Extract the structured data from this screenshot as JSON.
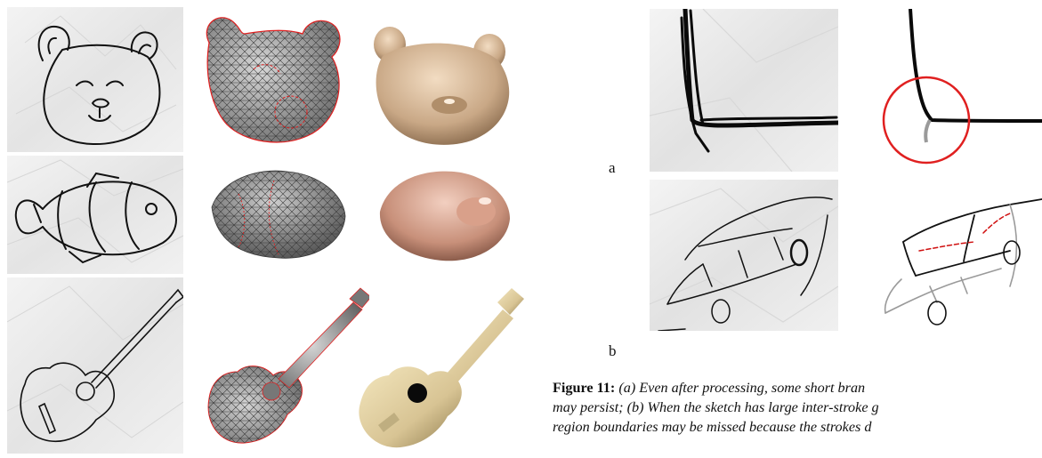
{
  "figure_left": {
    "rows": [
      {
        "subject": "bear",
        "panels": [
          "sketch",
          "mesh",
          "shaded-model"
        ]
      },
      {
        "subject": "fish",
        "panels": [
          "sketch",
          "mesh",
          "shaded-model"
        ]
      },
      {
        "subject": "guitar",
        "panels": [
          "sketch",
          "mesh",
          "shaded-model"
        ]
      }
    ],
    "colors": {
      "paper": "#eeeeee",
      "stroke": "#111111",
      "mesh_fill": "#9a9a9a",
      "mesh_line": "#3a3a3a",
      "mesh_highlight": "#e02020",
      "bear_model": "#c9a886",
      "fish_model": "#c8907a",
      "guitar_model": "#d8c494"
    }
  },
  "figure_right": {
    "row_labels": [
      "a",
      "b"
    ],
    "colors": {
      "circle": "#e02020",
      "gray_stroke": "#9a9a9a",
      "red_dash": "#d01010"
    }
  },
  "caption": {
    "label": "Figure 11:",
    "lines": [
      " (a) Even after processing, some short bran",
      "may persist; (b) When the sketch has large inter-stroke g",
      "region boundaries may be missed because the strokes d"
    ]
  }
}
